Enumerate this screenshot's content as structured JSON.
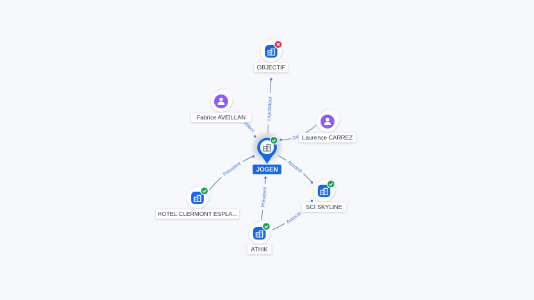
{
  "colors": {
    "company_icon": "#1669e3",
    "person_icon": "#8b5cf6",
    "status_active": "#1e9e55",
    "status_closed": "#d9254a",
    "center_label_bg": "#1669e3",
    "edge_label": "#4a78d0"
  },
  "nodes": [
    {
      "id": "jogen",
      "label": "JOGEN",
      "kind": "company",
      "status": "active",
      "center": true,
      "icon": "building-icon"
    },
    {
      "id": "objectif",
      "label": "OBJECTIF",
      "kind": "company",
      "status": "closed",
      "icon": "building-icon"
    },
    {
      "id": "fabrice",
      "label": "Fabrice AVEILLAN",
      "kind": "person",
      "icon": "person-icon"
    },
    {
      "id": "laurence",
      "label": "Laurence CARREZ",
      "kind": "person",
      "icon": "person-icon"
    },
    {
      "id": "hotel",
      "label": "HOTEL CLERMONT ESPLA...",
      "kind": "company",
      "status": "active",
      "icon": "building-icon"
    },
    {
      "id": "sci",
      "label": "SCI SKYLINE",
      "kind": "company",
      "status": "active",
      "icon": "building-icon"
    },
    {
      "id": "athik",
      "label": "ATHIK",
      "kind": "company",
      "status": "active",
      "icon": "building-icon"
    }
  ],
  "edges": [
    {
      "from": "jogen",
      "to": "objectif",
      "label": "Liquidateur"
    },
    {
      "from": "fabrice",
      "to": "jogen",
      "label": "Président"
    },
    {
      "from": "laurence",
      "to": "jogen",
      "label": "Gé"
    },
    {
      "from": "hotel",
      "to": "jogen",
      "label": "Président"
    },
    {
      "from": "jogen",
      "to": "sci",
      "label": "Associé"
    },
    {
      "from": "athik",
      "to": "jogen",
      "label": "Président"
    },
    {
      "from": "athik",
      "to": "sci",
      "label": "Associé"
    }
  ]
}
